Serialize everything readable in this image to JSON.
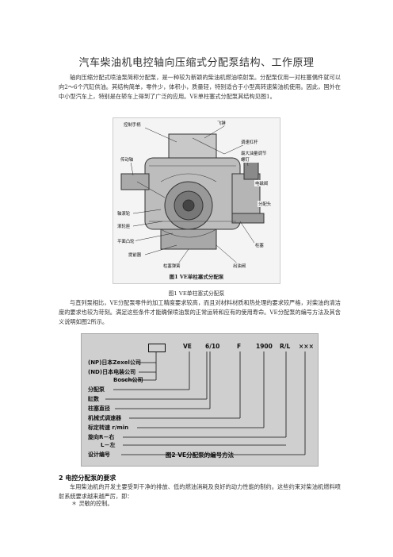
{
  "document": {
    "title": "汽车柴油机电控轴向压缩式分配泵结构、工作原理",
    "intro": "轴向压缩分配式喷油泵简称分配泵，是一种较为新颖的柴油机燃油喷射泵。分配泵仅用一对柱塞偶件就可以向2～6个汽缸供油。其结构简单，零件少，体积小，质量轻，特别适合于小型高转速柴油机使用。因此，国外在中小型汽车上，特别是在轿车上得到了广泛的应用。VE单柱塞式分配泵其结构见图1。",
    "figure1": {
      "inner_caption": "图1 VE单柱塞式分配泵",
      "caption": "图1 VE单柱塞式分配泵",
      "labels": {
        "control_lever": "控制手柄",
        "flyweight": "飞锤",
        "governor_lever": "调速杠杆",
        "max_fuel_screw": "最大油量调节螺钉",
        "drive_shaft": "传动轴",
        "solenoid_valve": "电磁阀",
        "distributor_head": "分配头",
        "roller_ring": "轴滚轮",
        "roller": "滚轮座",
        "cam_plate": "平面凸轮",
        "plunger": "柱塞",
        "advance_device": "提前器",
        "plunger_spring": "柱塞弹簧",
        "delivery_valve": "出油阀"
      }
    },
    "para2": "与直列泵相比，VE分配泵零件的加工精度要求较高，而且对材料材质和热处理的要求较严格，对柴油的清洁度的要求也较为苛刻。满足这些条件才能确保喷油泵的正常运转和应有的使用寿命。VE分配泵的编号方法及其含义说明如图2所示。",
    "figure2": {
      "code": [
        "VE",
        "6/10",
        "F",
        "1900",
        "R/L",
        "×××"
      ],
      "rows": [
        "(NP)日本Zexel公司",
        "(ND)日本电装公司",
        "Bosch公司",
        "分配泵",
        "缸数",
        "柱塞直径",
        "机械式调速器",
        "标定转速 r/min",
        "旋向R－右",
        "L－左",
        "设计编号"
      ],
      "title": "图2 VE分配泵的编号方法"
    },
    "section": {
      "heading": "2 电控分配泵的要求",
      "body": "车用柴油机的开发主要受到干净的排放、低的燃油消耗及良好的动力性能的制约。这些约束对柴油机燃料喷射系统要求越来越严厉，即：",
      "bullet": "＊ 灵敏的控制。"
    }
  }
}
